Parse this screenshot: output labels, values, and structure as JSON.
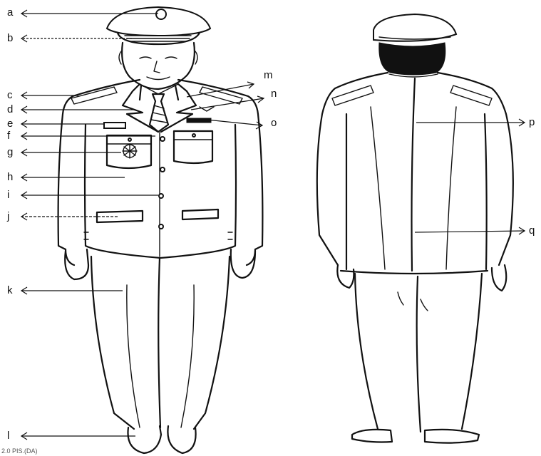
{
  "labels": {
    "a": "a",
    "b": "b",
    "c": "c",
    "d": "d",
    "e": "e",
    "f": "f",
    "g": "g",
    "h": "h",
    "i": "i",
    "j": "j",
    "k": "k",
    "l": "l",
    "m": "m",
    "n": "n",
    "o": "o",
    "p": "p",
    "q": "q"
  },
  "footer_text": "2.0 PIS.(DA)"
}
